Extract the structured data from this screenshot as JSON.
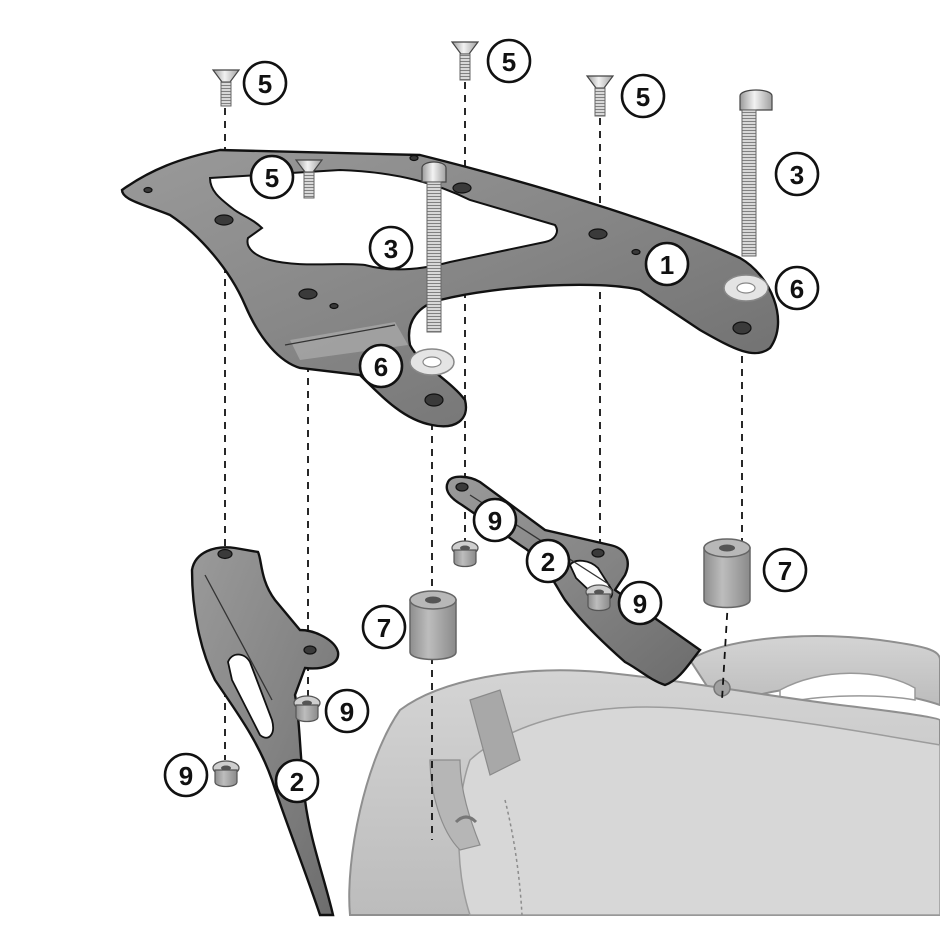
{
  "callouts": [
    {
      "id": "c5a",
      "label": "5"
    },
    {
      "id": "c5b",
      "label": "5"
    },
    {
      "id": "c5c",
      "label": "5"
    },
    {
      "id": "c5d",
      "label": "5"
    },
    {
      "id": "c3a",
      "label": "3"
    },
    {
      "id": "c3b",
      "label": "3"
    },
    {
      "id": "c1",
      "label": "1"
    },
    {
      "id": "c6a",
      "label": "6"
    },
    {
      "id": "c6b",
      "label": "6"
    },
    {
      "id": "c9a",
      "label": "9"
    },
    {
      "id": "c9b",
      "label": "9"
    },
    {
      "id": "c9c",
      "label": "9"
    },
    {
      "id": "c9d",
      "label": "9"
    },
    {
      "id": "c2a",
      "label": "2"
    },
    {
      "id": "c2b",
      "label": "2"
    },
    {
      "id": "c7a",
      "label": "7"
    },
    {
      "id": "c7b",
      "label": "7"
    }
  ],
  "colors": {
    "line": "#111111",
    "plate": "#8a8a8a",
    "plate_dark": "#5e5e5e",
    "bike": "#c9c9c9",
    "bike_dark": "#9a9a9a",
    "spacer": "#a7a7a7",
    "washer": "#e4e4e4"
  }
}
